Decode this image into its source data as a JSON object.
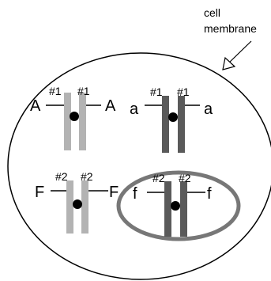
{
  "callout": {
    "line1": "cell",
    "line2": "membrane"
  },
  "pairs": [
    {
      "chromosome_number": "#1",
      "allele_left": "A",
      "allele_right": "A",
      "shade": "light"
    },
    {
      "chromosome_number": "#1",
      "allele_left": "a",
      "allele_right": "a",
      "shade": "dark"
    },
    {
      "chromosome_number": "#2",
      "allele_left": "F",
      "allele_right": "F",
      "shade": "light"
    },
    {
      "chromosome_number": "#2",
      "allele_left": "f",
      "allele_right": "f",
      "shade": "dark",
      "circled": true
    }
  ],
  "colors": {
    "light_chromatid": "#b3b3b3",
    "dark_chromatid": "#5a5a5a",
    "highlight_ring": "#777777",
    "outline": "#000000"
  }
}
